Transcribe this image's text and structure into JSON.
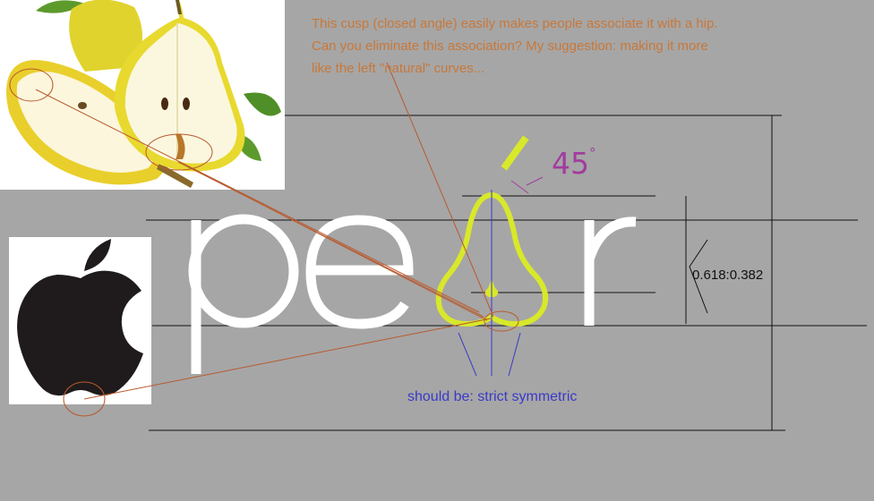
{
  "critique": {
    "line1": "This cusp (closed angle) easily makes people associate it with a hip.",
    "line2": "Can you eliminate this association? My suggestion: making it more",
    "line3": "like the left \"natural\" curves..."
  },
  "angle": {
    "value": "45",
    "unit": "°"
  },
  "ratio": {
    "label": "0.618:0.382"
  },
  "symmetry_note": "should be: strict symmetric",
  "logo": {
    "word": "pear"
  },
  "colors": {
    "background": "#a6a6a6",
    "annotation_orange": "#c8783a",
    "leader_line": "#b85a2e",
    "angle_purple": "#a13c9e",
    "pear_glyph": "#d8e82a",
    "guide_blue": "#3a3ac8",
    "logo_white": "#ffffff"
  },
  "icons": [
    "pear-photo",
    "apple-logo",
    "pear-glyph-icon"
  ]
}
